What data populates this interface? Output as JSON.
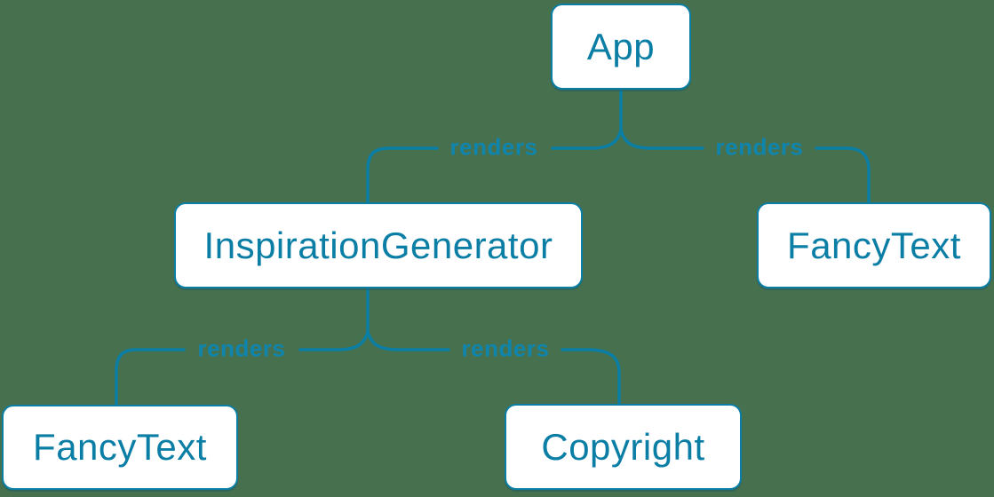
{
  "diagram": {
    "type": "component-render-tree",
    "background_color": "#47714e",
    "accent_color": "#0a7ea4",
    "node_fill_color": "#ffffff",
    "nodes": {
      "app": {
        "label": "App"
      },
      "inspiration_generator": {
        "label": "InspirationGenerator"
      },
      "fancy_text_right": {
        "label": "FancyText"
      },
      "fancy_text_left": {
        "label": "FancyText"
      },
      "copyright": {
        "label": "Copyright"
      }
    },
    "edges": [
      {
        "from": "App",
        "to": "InspirationGenerator",
        "label": "renders"
      },
      {
        "from": "App",
        "to": "FancyText",
        "label": "renders"
      },
      {
        "from": "InspirationGenerator",
        "to": "FancyText",
        "label": "renders"
      },
      {
        "from": "InspirationGenerator",
        "to": "Copyright",
        "label": "renders"
      }
    ]
  }
}
